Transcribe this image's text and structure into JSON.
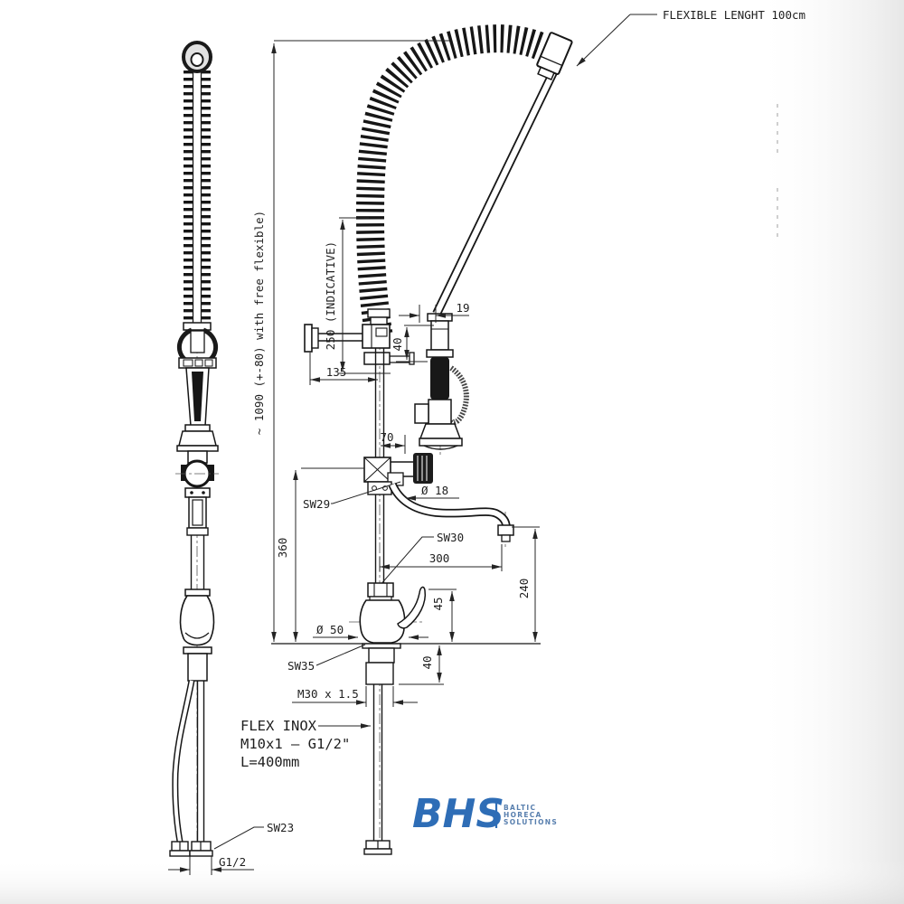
{
  "colors": {
    "line": "#1c1c1c",
    "dim": "#242424",
    "logo_blue": "#2e6db6",
    "logo_text_blue": "#587fae"
  },
  "callouts": {
    "flexible_length": "FLEXIBLE LENGHT 100cm",
    "sw29": "SW29",
    "sw30": "SW30",
    "sw35": "SW35",
    "sw23": "SW23",
    "flex_inox": {
      "line1": "FLEX INOX",
      "line2": "M10x1 – G1/2\"",
      "line3": "L=400mm"
    }
  },
  "dimensions": {
    "overall_height": "~ 1090 (+-80) with free flexible)",
    "spring_length": "250 (INDICATIVE)",
    "hose_width": "19",
    "head_to_bracket": "40",
    "bracket_reach": "135",
    "outlet_offset": "70",
    "spout_diameter": "Ø 18",
    "spout_reach": "300",
    "outlet_height": "240",
    "lever_clearance": "45",
    "tee_height": "360",
    "body_diameter": "Ø 50",
    "shank_length": "40",
    "shank_thread": "M30 x 1.5",
    "inlet_thread": "G1/2"
  },
  "logo": {
    "abbr": "BHS",
    "words": [
      "BALTIC",
      "HORECA",
      "SOLUTIONS"
    ]
  }
}
